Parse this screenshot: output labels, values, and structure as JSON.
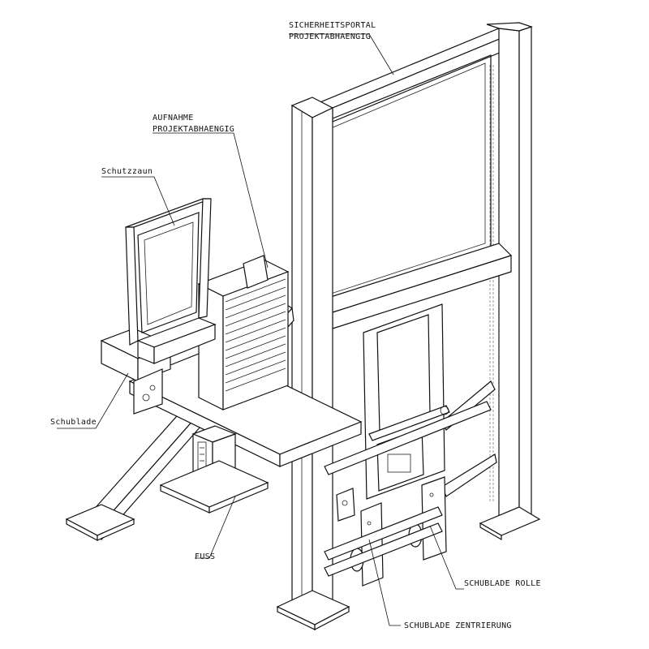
{
  "labels": {
    "sicherheitsportal_1": "SICHERHEITSPORTAL",
    "sicherheitsportal_2": "PROJEKTABHAENGIG",
    "aufnahme_1": "AUFNAHME",
    "aufnahme_2": "PROJEKTABHAENGIG",
    "schutzzaun": "Schutzzaun",
    "schublade": "Schublade",
    "fuss": "FUSS",
    "schublade_rolle": "SCHUBLADE ROLLE",
    "schublade_zentrierung": "SCHUBLADE ZENTRIERUNG"
  },
  "colors": {
    "line": "#111111",
    "background": "#ffffff"
  }
}
